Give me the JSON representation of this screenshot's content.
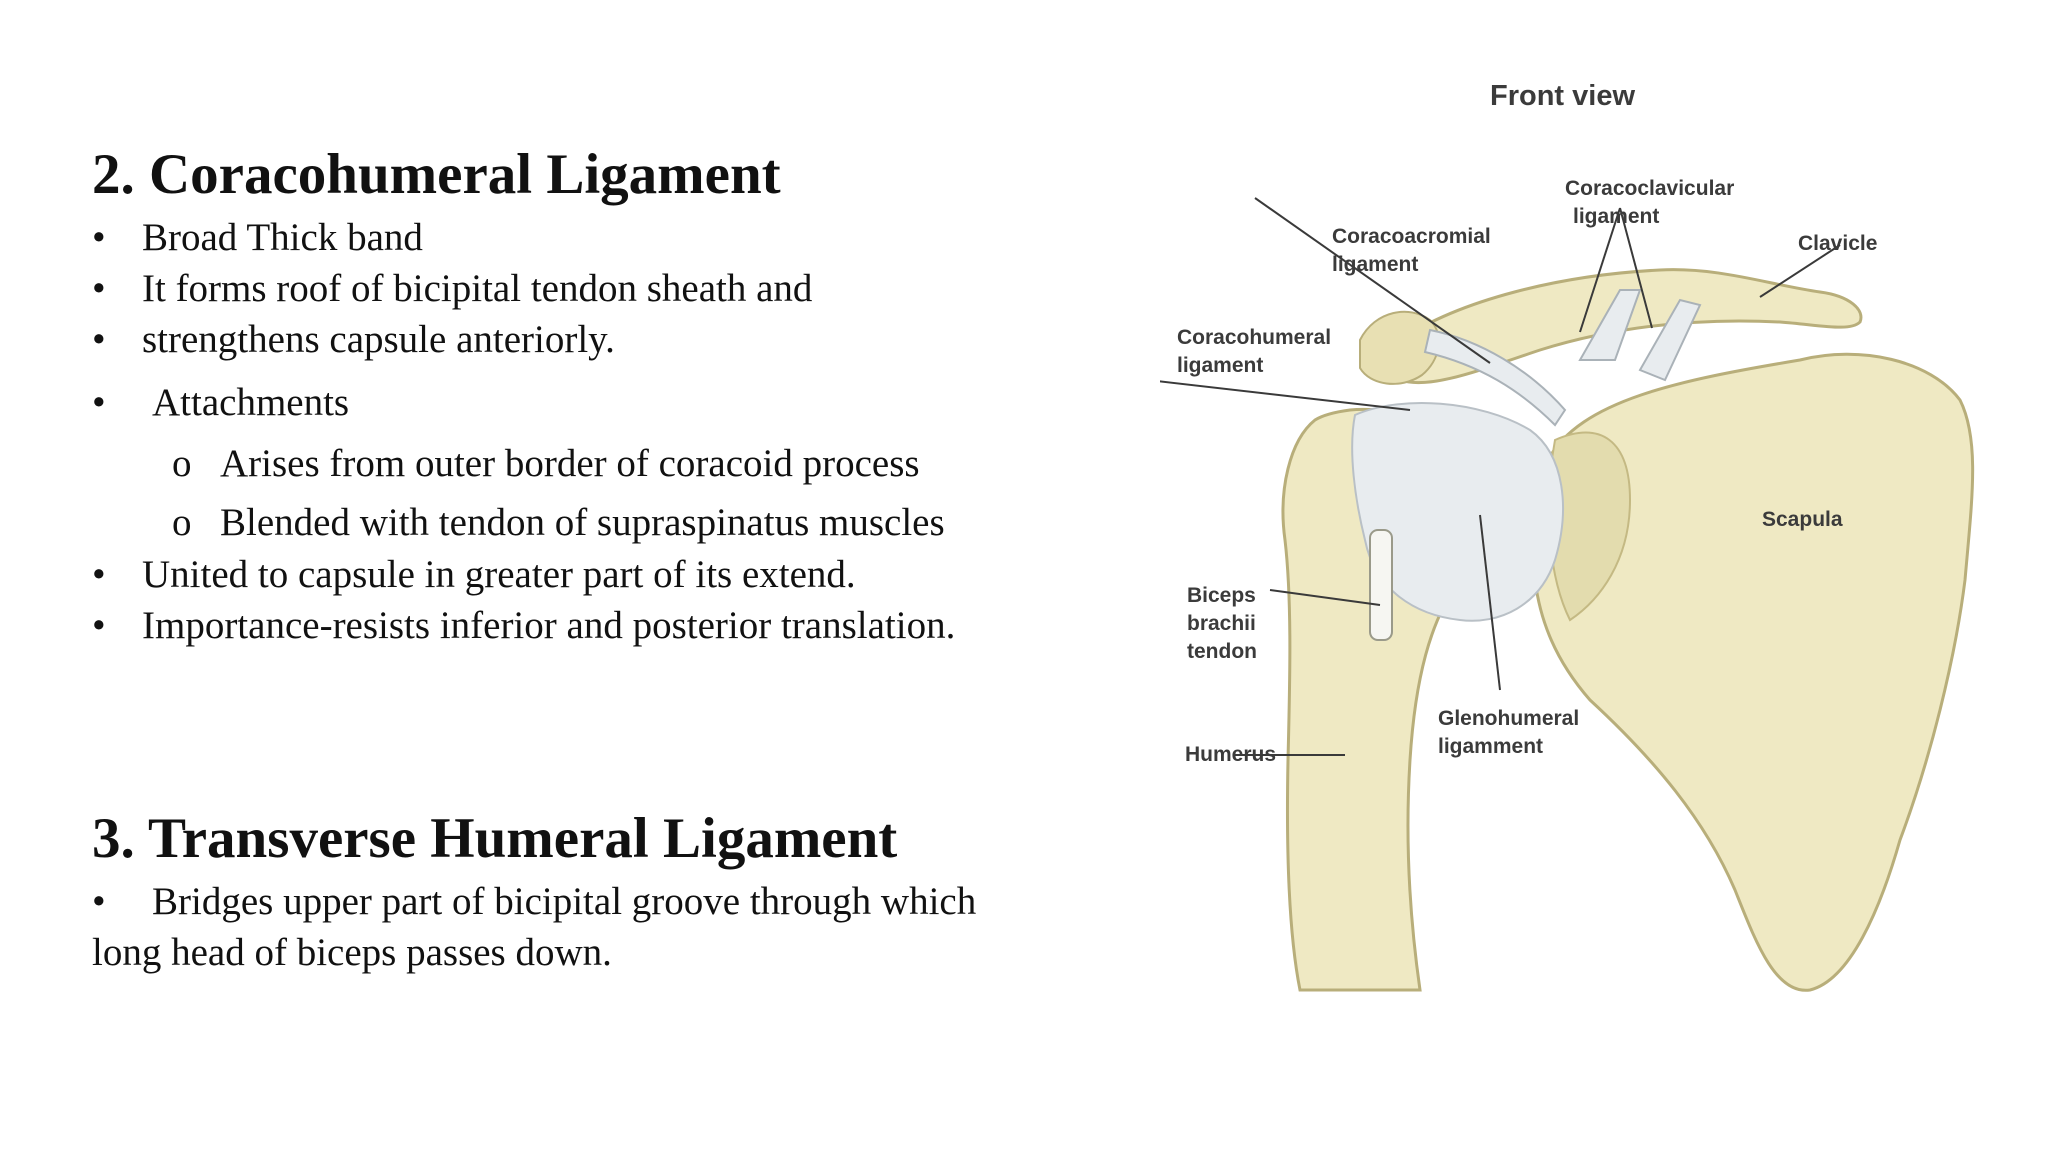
{
  "section2": {
    "title": "2. Coracohumeral Ligament",
    "bullet": "•",
    "sub_bullet": "o",
    "items": [
      "Broad Thick band",
      "It forms roof of bicipital tendon sheath and",
      "strengthens capsule anteriorly.",
      "Attachments"
    ],
    "sub_items": [
      "Arises from outer border of  coracoid process",
      "Blended with tendon of  supraspinatus muscles"
    ],
    "items_after": [
      "United to capsule in  greater part of its extend.",
      "Importance-resists inferior and posterior translation."
    ]
  },
  "section3": {
    "title": "3. Transverse Humeral Ligament",
    "bullet": "•",
    "line1": "Bridges upper part of bicipital groove through which",
    "line2": "long head of biceps passes down."
  },
  "figure": {
    "title": "Front view",
    "labels": {
      "coracoclavicular_1": "Coracoclavicular",
      "coracoclavicular_2": "ligament",
      "coracoacromial_1": "Coracoacromial",
      "coracoacromial_2": "ligament",
      "clavicle": "Clavicle",
      "coracohumeral_1": "Coracohumeral",
      "coracohumeral_2": "ligament",
      "scapula": "Scapula",
      "biceps_1": "Biceps",
      "biceps_2": "brachii",
      "biceps_3": "tendon",
      "glenohumeral_1": "Glenohumeral",
      "glenohumeral_2": "ligamment",
      "humerus": "Humerus"
    },
    "colors": {
      "bone": "#efe9c3",
      "bone_edge": "#b8ae7a",
      "ligament": "#e8ecef",
      "leader": "#3a3a3a"
    }
  }
}
